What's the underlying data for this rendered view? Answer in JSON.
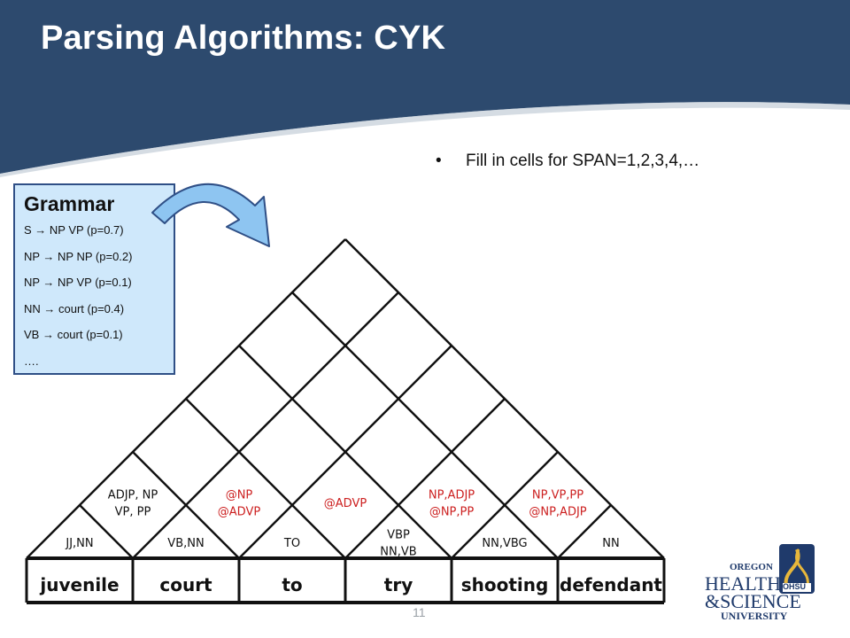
{
  "slide": {
    "title": "Parsing Algorithms: CYK",
    "bullet": "Fill in cells for SPAN=1,2,3,4,…",
    "page_number": "11"
  },
  "grammar": {
    "title": "Grammar",
    "rules": [
      "S → NP VP (p=0.7)",
      "NP → NP NP (p=0.2)",
      "NP → NP VP (p=0.1)",
      "NN → court (p=0.4)",
      "VB → court (p=0.1)",
      "…."
    ]
  },
  "chart": {
    "words": [
      "juvenile",
      "court",
      "to",
      "try",
      "shooting",
      "defendant"
    ],
    "span1": [
      {
        "lines": [
          "JJ,NN"
        ],
        "color": "#111111"
      },
      {
        "lines": [
          "VB,NN"
        ],
        "color": "#111111"
      },
      {
        "lines": [
          "TO"
        ],
        "color": "#111111"
      },
      {
        "lines": [
          "VBP",
          "NN,VB"
        ],
        "color": "#111111"
      },
      {
        "lines": [
          "NN,VBG"
        ],
        "color": "#111111"
      },
      {
        "lines": [
          "NN"
        ],
        "color": "#111111"
      }
    ],
    "span2": [
      {
        "lines": [
          "ADJP, NP",
          "VP, PP"
        ],
        "color": "#111111"
      },
      {
        "lines": [
          "@NP",
          "@ADVP"
        ],
        "color": "#cc1f1f"
      },
      {
        "lines": [
          "@ADVP"
        ],
        "color": "#cc1f1f"
      },
      {
        "lines": [
          "NP,ADJP",
          "@NP,PP"
        ],
        "color": "#cc1f1f"
      },
      {
        "lines": [
          "NP,VP,PP",
          "@NP,ADJP"
        ],
        "color": "#cc1f1f"
      }
    ]
  },
  "logo": {
    "line1": "OREGON",
    "line2": "HEALTH",
    "line3": "&SCIENCE",
    "line4": "UNIVERSITY",
    "badge": "OHSU"
  },
  "colors": {
    "header": "#2d4a6e",
    "grammar_bg": "#cfe8fb",
    "arrow_fill": "#8ec5f1",
    "red_text": "#cc1f1f"
  }
}
